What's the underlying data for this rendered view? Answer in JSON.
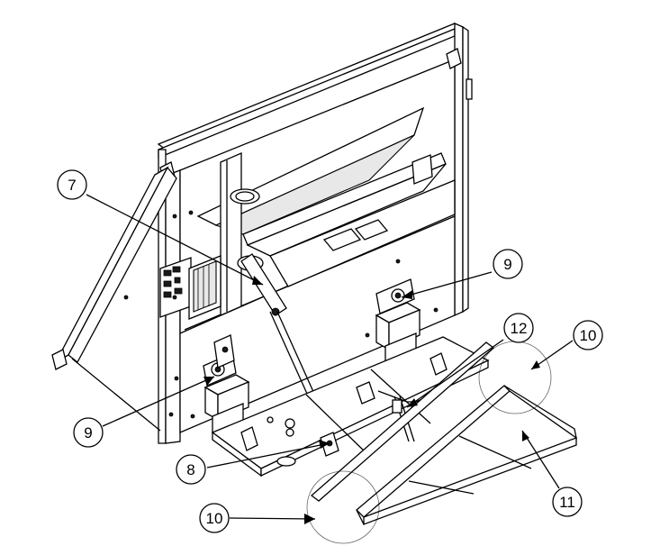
{
  "callouts": {
    "c7": "7",
    "c8": "8",
    "c9a": "9",
    "c9b": "9",
    "c10a": "10",
    "c10b": "10",
    "c11": "11",
    "c12": "12"
  }
}
